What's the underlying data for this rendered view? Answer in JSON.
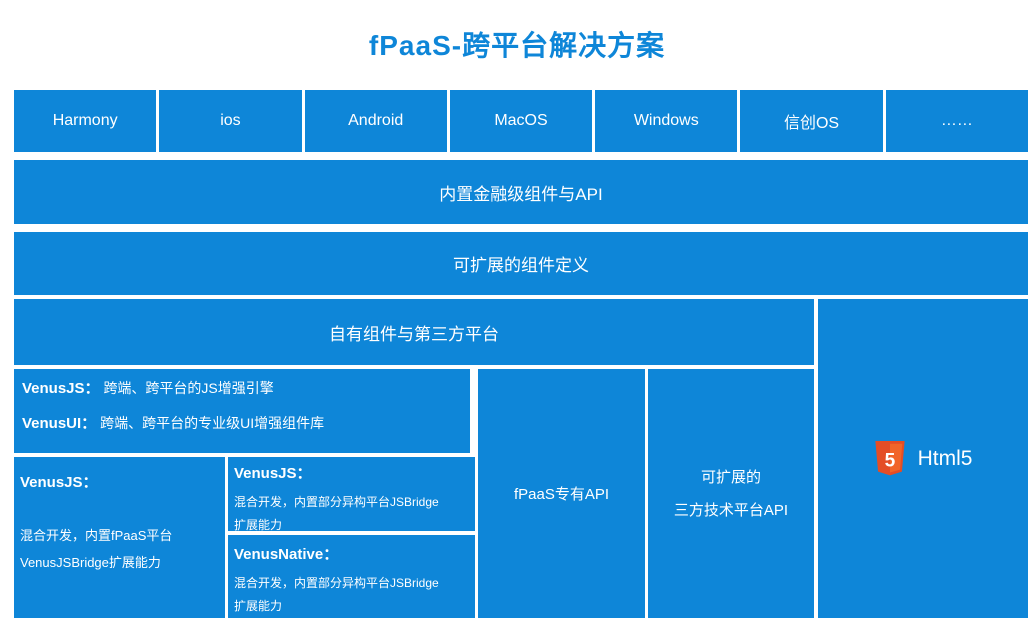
{
  "title": "fPaaS-跨平台解决方案",
  "colors": {
    "primary_blue": "#0e86d8",
    "text_white": "#ffffff",
    "html5_orange": "#e44d26",
    "html5_orange_light": "#f16529"
  },
  "platforms": [
    "Harmony",
    "ios",
    "Android",
    "MacOS",
    "Windows",
    "信创OS",
    "……"
  ],
  "layers": {
    "builtin_api": "内置金融级组件与API",
    "extensible_definition": "可扩展的组件定义",
    "own_and_thirdparty": "自有组件与第三方平台"
  },
  "venus_engine": {
    "line1_label": "VenusJS：",
    "line1_text": "跨端、跨平台的JS增强引擎",
    "line2_label": "VenusUI：",
    "line2_text": "跨端、跨平台的专业级UI增强组件库"
  },
  "venus_fpaas_bridge": {
    "label": "VenusJS：",
    "line1": "混合开发，内置fPaaS平台",
    "line2": "VenusJSBridge扩展能力"
  },
  "venus_js_hetero": {
    "label": "VenusJS：",
    "line1": "混合开发，内置部分异构平台JSBridge",
    "line2": "扩展能力"
  },
  "venus_native_hetero": {
    "label": "VenusNative：",
    "line1": "混合开发，内置部分异构平台JSBridge",
    "line2": "扩展能力"
  },
  "fpaas_api": "fPaaS专有API",
  "thirdparty_api": {
    "line1": "可扩展的",
    "line2": "三方技术平台API"
  },
  "html5": {
    "label": "Html5",
    "shield_glyph": "5",
    "icon": "html5-shield-icon"
  }
}
